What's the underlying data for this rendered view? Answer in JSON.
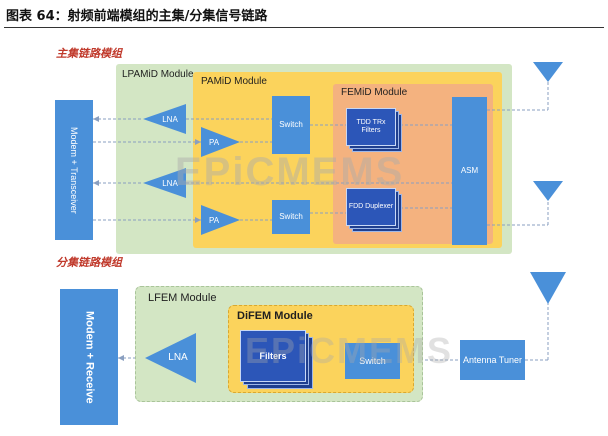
{
  "figure": {
    "title": "图表 64：射频前端模组的主集/分集信号链路"
  },
  "sections": {
    "main": "主集链路模组",
    "diversity": "分集链路模组"
  },
  "main": {
    "lpamid_label": "LPAMiD Module",
    "pamid_label": "PAMiD Module",
    "femid_label": "FEMiD Module",
    "modem_label": "Modem + Transceiver",
    "lna1": "LNA",
    "lna2": "LNA",
    "pa1": "PA",
    "pa2": "PA",
    "switch1": "Switch",
    "switch2": "Switch",
    "tdd": "TDD TRx Filters",
    "fdd": "FDD Duplexer",
    "asm": "ASM"
  },
  "diversity": {
    "lfem_label": "LFEM Module",
    "difem_label": "DiFEM Module",
    "modem_label": "Modem + Receive",
    "lna": "LNA",
    "filters": "Filters",
    "switch": "Switch",
    "tuner": "Antenna Tuner"
  },
  "watermark": "EPiCMEMS",
  "colors": {
    "green_region": "#d3e6c4",
    "yellow_region": "#fbd35c",
    "orange_region": "#f4b27f",
    "block_blue": "#4a90d9",
    "filter_navy": "#2c56b8",
    "section_red": "#c0392b"
  }
}
